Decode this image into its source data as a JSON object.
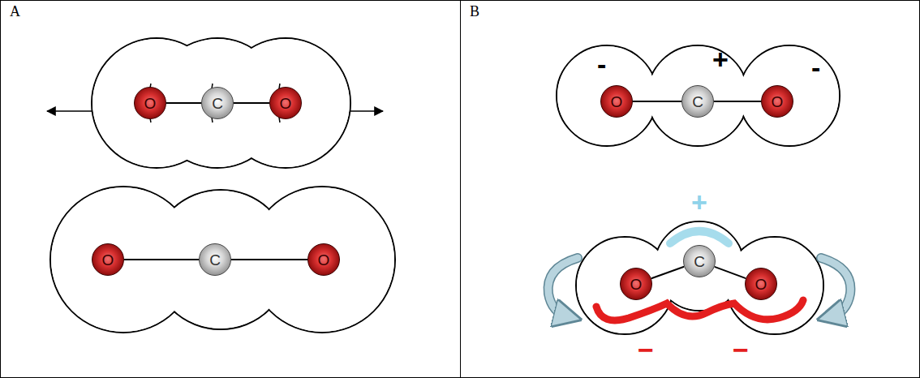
{
  "diagram": {
    "nodes": [
      {
        "text": [
          "A"
        ]
      },
      {
        "text": [
          "B"
        ]
      },
      {
        "text": [
          "O"
        ],
        "in": 0
      },
      {
        "text": [
          "C"
        ],
        "in": 0
      },
      {
        "text": [
          "O"
        ],
        "in": 0
      },
      {
        "text": [
          "O"
        ],
        "in": 0
      },
      {
        "text": [
          "C"
        ],
        "in": 0
      },
      {
        "text": [
          "O"
        ],
        "in": 0
      },
      {
        "text": [
          "O"
        ],
        "in": 1
      },
      {
        "text": [
          "C"
        ],
        "in": 1
      },
      {
        "text": [
          "O"
        ],
        "in": 1
      },
      {
        "text": [
          "O"
        ],
        "in": 1
      },
      {
        "text": [
          "C"
        ],
        "in": 1
      },
      {
        "text": [
          "O"
        ],
        "in": 1
      }
    ],
    "edges": [
      {
        "from": 2,
        "to": 3,
        "arrow": "none"
      },
      {
        "from": 3,
        "to": 4,
        "arrow": "none"
      },
      {
        "from": 5,
        "to": 6,
        "arrow": "none"
      },
      {
        "from": 6,
        "to": 7,
        "arrow": "none"
      },
      {
        "from": 8,
        "to": 9,
        "arrow": "none"
      },
      {
        "from": 9,
        "to": 10,
        "arrow": "none"
      },
      {
        "from": 11,
        "to": 12,
        "arrow": "none"
      },
      {
        "from": 12,
        "to": 13,
        "arrow": "none"
      }
    ],
    "labels": [
      "-",
      "+",
      "-",
      "+",
      "−",
      "−"
    ]
  }
}
